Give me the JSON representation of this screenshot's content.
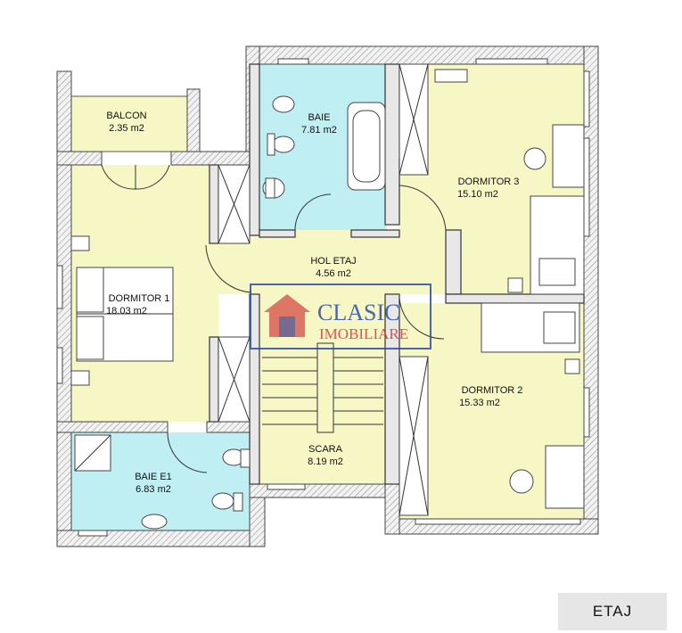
{
  "rooms": {
    "balcon": {
      "name": "BALCON",
      "area": "2.35 m2"
    },
    "baie": {
      "name": "BAIE",
      "area": "7.81 m2"
    },
    "dormitor3": {
      "name": "DORMITOR 3",
      "area": "15.10 m2"
    },
    "hol_etaj": {
      "name": "HOL ETAJ",
      "area": "4.56 m2"
    },
    "dormitor1": {
      "name": "DORMITOR 1",
      "area": "18.03 m2"
    },
    "dormitor2": {
      "name": "DORMITOR 2",
      "area": "15.33 m2"
    },
    "scara": {
      "name": "SCARA",
      "area": "8.19 m2"
    },
    "baie_e1": {
      "name": "BAIE E1",
      "area": "6.83 m2"
    }
  },
  "watermark": {
    "line1": "CLASIC",
    "line2": "IMOBILIARE"
  },
  "floor_tag": "ETAJ",
  "colors": {
    "yellow_room": "#f7f7c6",
    "blue_room": "#bfeff2",
    "wall": "#e8e8e8",
    "watermark": "#2b4fa0",
    "watermark_red": "#d23a3a"
  }
}
